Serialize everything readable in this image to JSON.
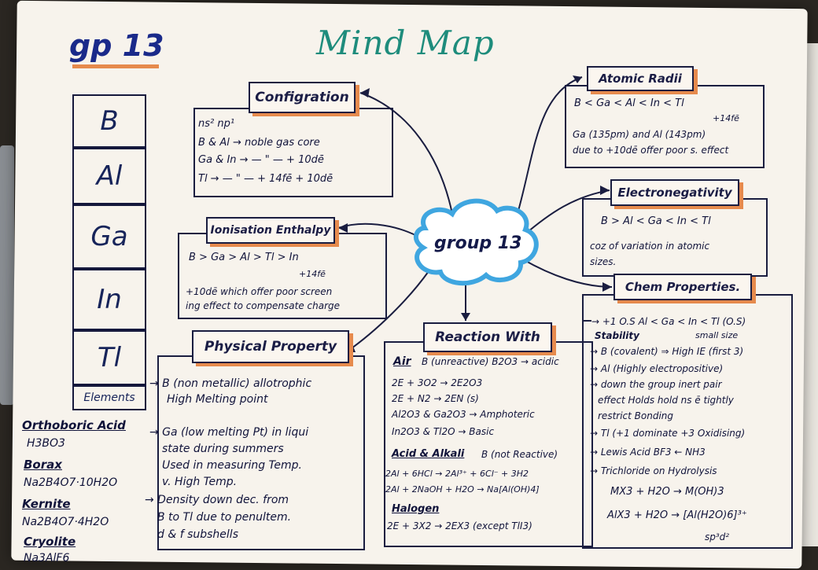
{
  "corner_label": "gp 13",
  "title": "Mind Map",
  "center": "group 13",
  "elements": [
    "B",
    "Al",
    "Ga",
    "In",
    "Tl"
  ],
  "elements_caption": "Elements",
  "compounds": [
    {
      "name": "Orthoboric Acid",
      "formula": "H3BO3"
    },
    {
      "name": "Borax",
      "formula": "Na2B4O7·10H2O"
    },
    {
      "name": "Kernite",
      "formula": "Na2B4O7·4H2O"
    },
    {
      "name": "Cryolite",
      "formula": "Na3AlF6"
    }
  ],
  "configuration": {
    "heading": "Configration",
    "lines": [
      "ns² np¹",
      "B & Al → noble gas core",
      "Ga & In → — \" — + 10dē",
      "Tl → — \" — + 14fē + 10dē"
    ]
  },
  "ionisation": {
    "heading": "Ionisation Enthalpy",
    "lines": [
      "B > Ga > Al > Tl > In",
      "+14fē",
      "+10dē which offer poor screen",
      "ing effect to compensate charge"
    ]
  },
  "physical": {
    "heading": "Physical Property",
    "lines": [
      "→ B (non metallic) allotrophic",
      "High Melting point",
      "→ Ga (low melting Pt) in liqui",
      "state during summers",
      "Used in measuring Temp.",
      "v. High Temp.",
      "→ Density down dec. from",
      "B to Tl due to penultem.",
      "d & f subshells"
    ]
  },
  "reaction": {
    "heading": "Reaction With",
    "air_label": "Air",
    "air_lines": [
      "B (unreactive) B2O3 → acidic",
      "2E + 3O2 → 2E2O3",
      "2E + N2 → 2EN (s)",
      "Al2O3 & Ga2O3 → Amphoteric",
      "In2O3 & Tl2O → Basic"
    ],
    "acid_label": "Acid & Alkali",
    "acid_note": "B (not Reactive)",
    "acid_lines": [
      "2Al + 6HCl → 2Al³⁺ + 6Cl⁻ + 3H2",
      "2Al + 2NaOH + H2O → Na[Al(OH)4]"
    ],
    "halogen_label": "Halogen",
    "halogen_lines": [
      "2E + 3X2 → 2EX3 (except TlI3)"
    ]
  },
  "atomic_radii": {
    "heading": "Atomic Radii",
    "lines": [
      "B < Ga < Al < In < Tl",
      "+14fē",
      "Ga (135pm) and Al (143pm)",
      "due to +10dē offer poor s. effect"
    ]
  },
  "electronegativity": {
    "heading": "Electronegativity",
    "lines": [
      "B > Al < Ga < In < Tl",
      "coz of variation in atomic",
      "sizes."
    ]
  },
  "chem": {
    "heading": "Chem Properties.",
    "lines": [
      "→ +1 O.S Al < Ga < In < Tl (O.S)",
      "Stability",
      "small size",
      "→ B (covalent) ⇒ High IE (first 3)",
      "→ Al (Highly electropositive)",
      "→ down the group inert pair",
      "effect Holds hold ns ē tightly",
      "restrict Bonding",
      "→ Tl (+1 dominate +3 Oxidising)",
      "→ Lewis Acid BF3 ← NH3",
      "→ Trichloride on Hydrolysis",
      "MX3 + H2O → M(OH)3",
      "AlX3 + H2O → [Al(H2O)6]³⁺",
      "sp³d²"
    ]
  },
  "colors": {
    "ink": "#10133a",
    "accent_orange": "#e68a4d",
    "title_teal": "#1e8c7c",
    "cloud_blue": "#3fa6e0"
  }
}
